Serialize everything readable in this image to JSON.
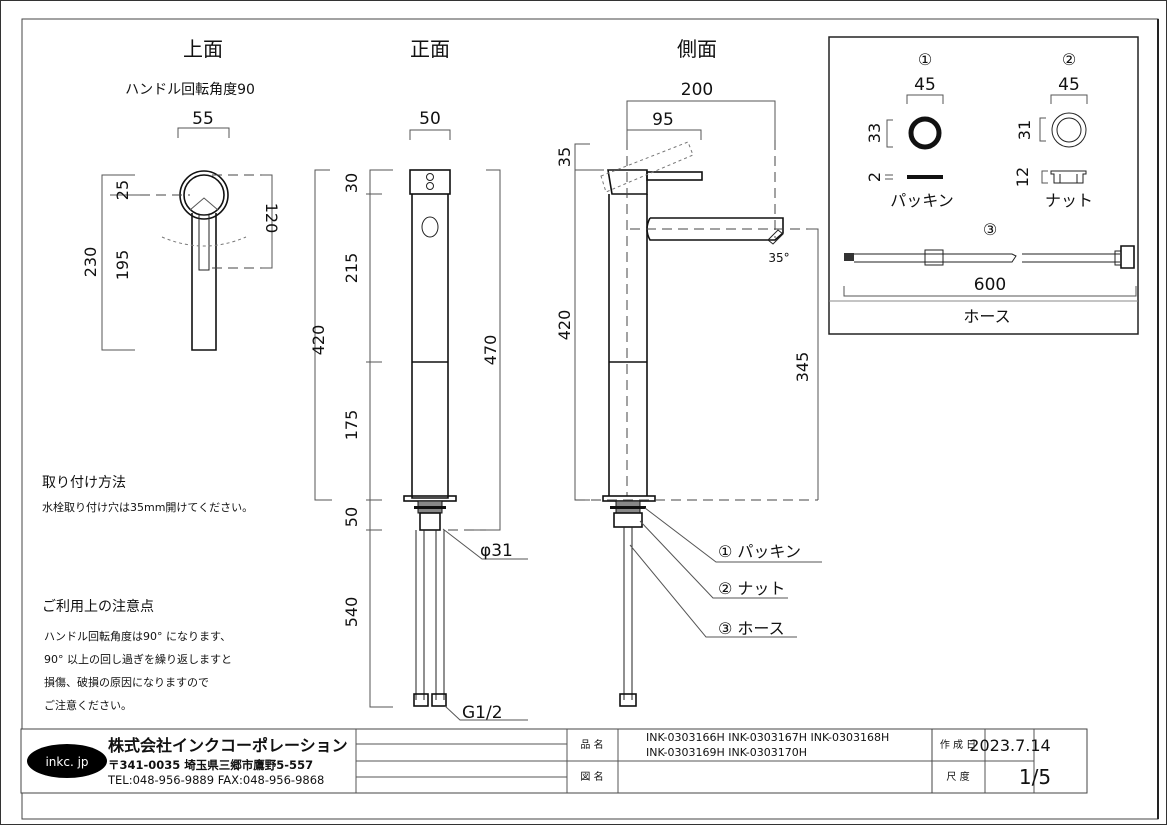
{
  "views": {
    "top": {
      "title": "上面",
      "note": "ハンドル回転角度90",
      "dims": {
        "width": "55",
        "d25": "25",
        "d195": "195",
        "d230": "230",
        "d120": "120"
      }
    },
    "front": {
      "title": "正面",
      "dims": {
        "width": "50",
        "d30": "30",
        "d215": "215",
        "d175": "175",
        "d420": "420",
        "d470": "470",
        "d50": "50",
        "d540": "540",
        "phi": "φ31",
        "thread": "G1/2"
      }
    },
    "side": {
      "title": "側面",
      "dims": {
        "d200": "200",
        "d95": "95",
        "d35": "35",
        "d420": "420",
        "d345": "345",
        "angle": "35°"
      },
      "callouts": [
        "① パッキン",
        "② ナット",
        "③ ホース"
      ]
    }
  },
  "parts_box": {
    "packing": {
      "number": "①",
      "outer": "45",
      "inner": "33",
      "thickness": "2",
      "label": "パッキン"
    },
    "nut": {
      "number": "②",
      "outer": "45",
      "inner": "31",
      "height": "12",
      "label": "ナット"
    },
    "hose": {
      "number": "③",
      "length": "600",
      "label": "ホース"
    }
  },
  "notes": {
    "install_heading": "取り付け方法",
    "install_text": "水栓取り付け穴は35mm開けてください。",
    "caution_heading": "ご利用上の注意点",
    "caution_lines": [
      "ハンドル回転角度は90° になります、",
      "90° 以上の回し過ぎを繰り返しますと",
      "損傷、破損の原因になりますので",
      "ご注意ください。"
    ]
  },
  "title_block": {
    "logo": "inkc. jp",
    "company": "株式会社インクコーポレーション",
    "address": "〒341-0035 埼玉県三郷市鷹野5-557",
    "contact": "TEL:048-956-9889  FAX:048-956-9868",
    "product_name_label": "品 名",
    "product_names_line1": "INK-0303166H INK-0303167H INK-0303168H",
    "product_names_line2": "INK-0303169H INK-0303170H",
    "drawing_name_label": "図 名",
    "drawing_name": "",
    "created_label": "作 成 日",
    "created_date": "2023.7.14",
    "scale_label": "尺 度",
    "scale": "1/5"
  }
}
